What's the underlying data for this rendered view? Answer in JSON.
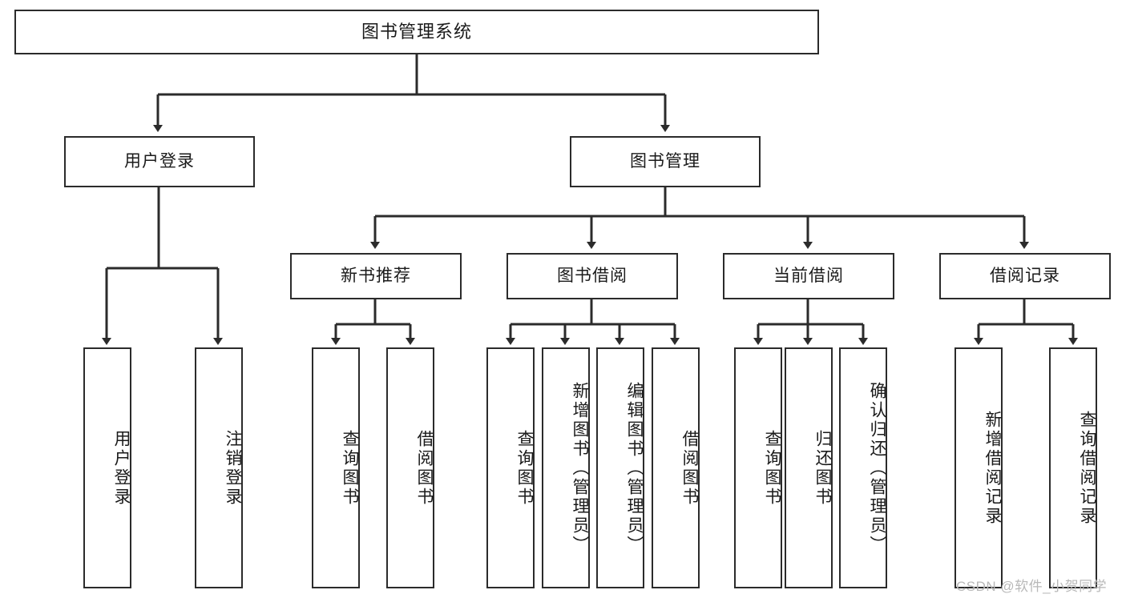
{
  "diagram": {
    "type": "tree",
    "title": "图书管理系统",
    "root": {
      "id": "root",
      "label": "图书管理系统"
    },
    "level2": [
      {
        "id": "user-login",
        "label": "用户登录"
      },
      {
        "id": "book-manage",
        "label": "图书管理"
      }
    ],
    "level3": [
      {
        "id": "new-book-recommend",
        "label": "新书推荐",
        "parent": "book-manage"
      },
      {
        "id": "book-borrow",
        "label": "图书借阅",
        "parent": "book-manage"
      },
      {
        "id": "current-borrow",
        "label": "当前借阅",
        "parent": "book-manage"
      },
      {
        "id": "borrow-record",
        "label": "借阅记录",
        "parent": "book-manage"
      }
    ],
    "leaves": [
      {
        "id": "leaf-user-login",
        "label": "用户登录",
        "parent": "user-login"
      },
      {
        "id": "leaf-user-logout",
        "label": "注销登录",
        "parent": "user-login"
      },
      {
        "id": "leaf-query-book-rec",
        "label": "查询图书",
        "parent": "new-book-recommend"
      },
      {
        "id": "leaf-borrow-book-rec",
        "label": "借阅图书",
        "parent": "new-book-recommend"
      },
      {
        "id": "leaf-query-book-borrow",
        "label": "查询图书",
        "parent": "book-borrow"
      },
      {
        "id": "leaf-add-book",
        "label": "新增图书（管理员）",
        "parent": "book-borrow"
      },
      {
        "id": "leaf-edit-book",
        "label": "编辑图书（管理员）",
        "parent": "book-borrow"
      },
      {
        "id": "leaf-borrow-book",
        "label": "借阅图书",
        "parent": "book-borrow"
      },
      {
        "id": "leaf-query-book-current",
        "label": "查询图书",
        "parent": "current-borrow"
      },
      {
        "id": "leaf-return-book",
        "label": "归还图书",
        "parent": "current-borrow"
      },
      {
        "id": "leaf-confirm-return",
        "label": "确认归还（管理员）",
        "parent": "current-borrow"
      },
      {
        "id": "leaf-add-record",
        "label": "新增借阅记录",
        "parent": "borrow-record"
      },
      {
        "id": "leaf-query-record",
        "label": "查询借阅记录",
        "parent": "borrow-record"
      }
    ],
    "colors": {
      "stroke": "#2b2b2b",
      "fill": "#ffffff",
      "text": "#1a1a1a",
      "watermark": "#b8b8b8"
    }
  },
  "watermark": {
    "text": "CSDN @软件_小贺同学"
  }
}
